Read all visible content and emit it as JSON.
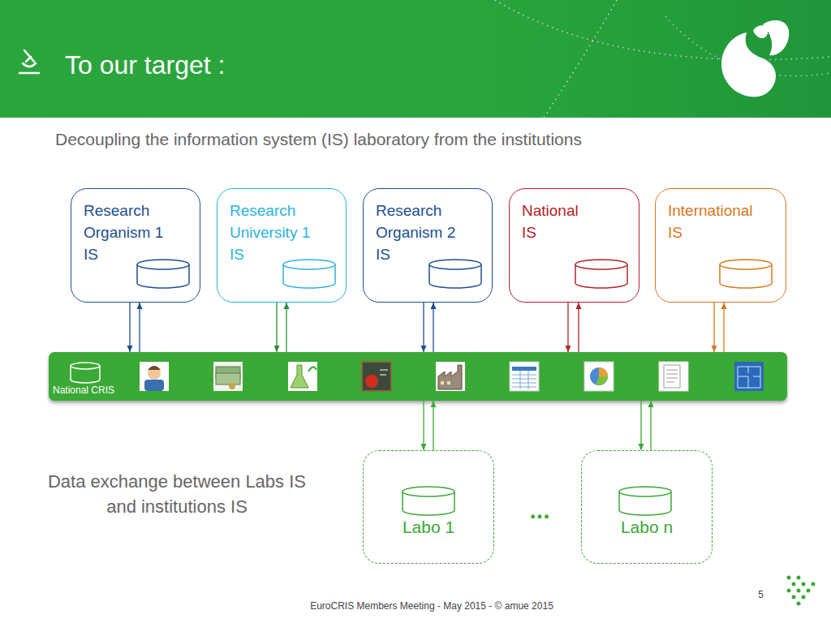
{
  "diagram": {
    "title": "To our target :",
    "nodes": [
      {
        "text": [
          "Research Organism 1 IS"
        ]
      },
      {
        "text": [
          "Research University 1 IS"
        ]
      },
      {
        "text": [
          "Research Organism 2 IS"
        ]
      },
      {
        "text": [
          "National IS"
        ]
      },
      {
        "text": [
          "International IS"
        ]
      },
      {
        "text": [
          "National CRIS"
        ]
      },
      {
        "text": [
          "Labo 1"
        ]
      },
      {
        "text": [
          "Labo n"
        ]
      }
    ],
    "edges": [
      {
        "from": 0,
        "to": 5,
        "arrow": "to"
      },
      {
        "from": 5,
        "to": 0,
        "arrow": "to"
      },
      {
        "from": 1,
        "to": 5,
        "arrow": "to"
      },
      {
        "from": 5,
        "to": 1,
        "arrow": "to"
      },
      {
        "from": 2,
        "to": 5,
        "arrow": "to"
      },
      {
        "from": 5,
        "to": 2,
        "arrow": "to"
      },
      {
        "from": 3,
        "to": 5,
        "arrow": "to"
      },
      {
        "from": 5,
        "to": 3,
        "arrow": "to"
      },
      {
        "from": 4,
        "to": 5,
        "arrow": "to"
      },
      {
        "from": 5,
        "to": 4,
        "arrow": "to"
      },
      {
        "from": 5,
        "to": 6,
        "arrow": "to"
      },
      {
        "from": 6,
        "to": 5,
        "arrow": "to"
      },
      {
        "from": 5,
        "to": 7,
        "arrow": "to"
      },
      {
        "from": 7,
        "to": 5,
        "arrow": "to"
      }
    ],
    "labels": [
      "Decoupling the information system (IS) laboratory from the institutions",
      "Data exchange between Labs IS and institutions IS",
      "...",
      "EuroCRIS Members Meeting - May 2015 - © amue 2015",
      "5"
    ]
  }
}
